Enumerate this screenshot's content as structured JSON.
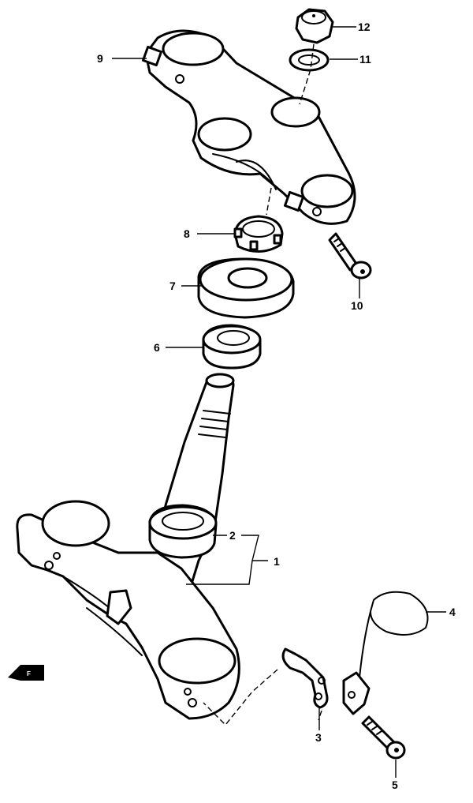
{
  "front_marker": {
    "text": "F"
  },
  "parts": [
    {
      "id": "1",
      "label": "1"
    },
    {
      "id": "2",
      "label": "2"
    },
    {
      "id": "3",
      "label": "3"
    },
    {
      "id": "4",
      "label": "4"
    },
    {
      "id": "5",
      "label": "5"
    },
    {
      "id": "6",
      "label": "6"
    },
    {
      "id": "7",
      "label": "7"
    },
    {
      "id": "8",
      "label": "8"
    },
    {
      "id": "9",
      "label": "9"
    },
    {
      "id": "10",
      "label": "10"
    },
    {
      "id": "11",
      "label": "11"
    },
    {
      "id": "12",
      "label": "12"
    }
  ],
  "colors": {
    "line": "#000000",
    "background": "#ffffff"
  }
}
